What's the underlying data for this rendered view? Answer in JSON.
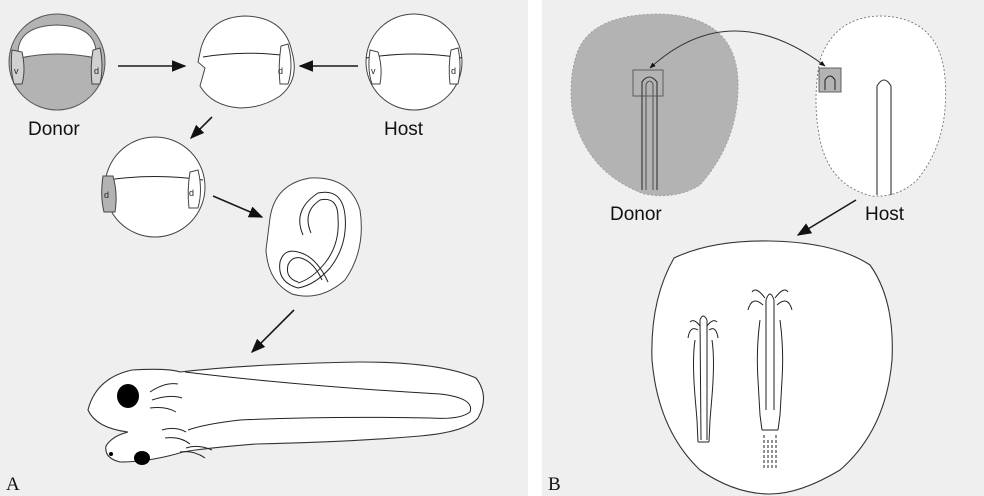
{
  "panel_a": {
    "label": "A",
    "donor_label": "Donor",
    "host_label": "Host",
    "ventral_mark": "v",
    "dorsal_mark": "d"
  },
  "panel_b": {
    "label": "B",
    "donor_label": "Donor",
    "host_label": "Host"
  },
  "colors": {
    "panel_background": "#efefef",
    "embryo_fill": "#ffffff",
    "shaded_tissue": "#b3b3b3",
    "line": "#222222"
  }
}
